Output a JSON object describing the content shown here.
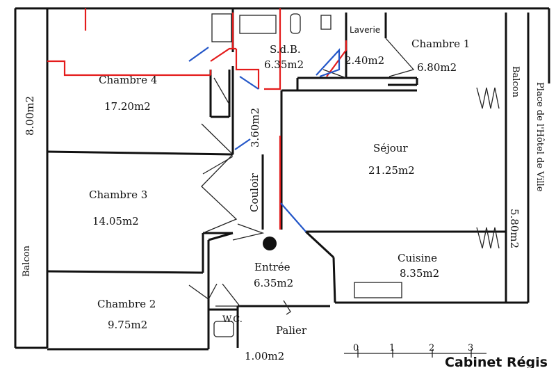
{
  "rooms": {
    "chambre1": {
      "name": "Chambre 1",
      "area": "6.80m2"
    },
    "chambre2": {
      "name": "Chambre 2",
      "area": "9.75m2"
    },
    "chambre3": {
      "name": "Chambre 3",
      "area": "14.05m2"
    },
    "chambre4": {
      "name": "Chambre 4",
      "area": "17.20m2"
    },
    "sdb": {
      "name": "S.d.B.",
      "area": "6.35m2"
    },
    "laverie": {
      "name": "Laverie",
      "area": "2.40m2"
    },
    "sejour": {
      "name": "Séjour",
      "area": "21.25m2"
    },
    "cuisine": {
      "name": "Cuisine",
      "area": "8.35m2"
    },
    "entree": {
      "name": "Entrée",
      "area": "6.35m2"
    },
    "couloir": {
      "name": "Couloir",
      "area": "3.60m2"
    },
    "wc": {
      "name": "W.C."
    },
    "palier": {
      "name": "Palier"
    }
  },
  "balcony_left": {
    "name": "Balcon",
    "dim": "8.00m2"
  },
  "balcony_right": {
    "name": "Balcon",
    "dim": "5.80m2"
  },
  "street": "Place de l'Hôtel de Ville",
  "wc_dim": "1.00m2",
  "scale": {
    "ticks": [
      "0",
      "1",
      "2",
      "3"
    ]
  },
  "stamp": "Cabinet Régis"
}
